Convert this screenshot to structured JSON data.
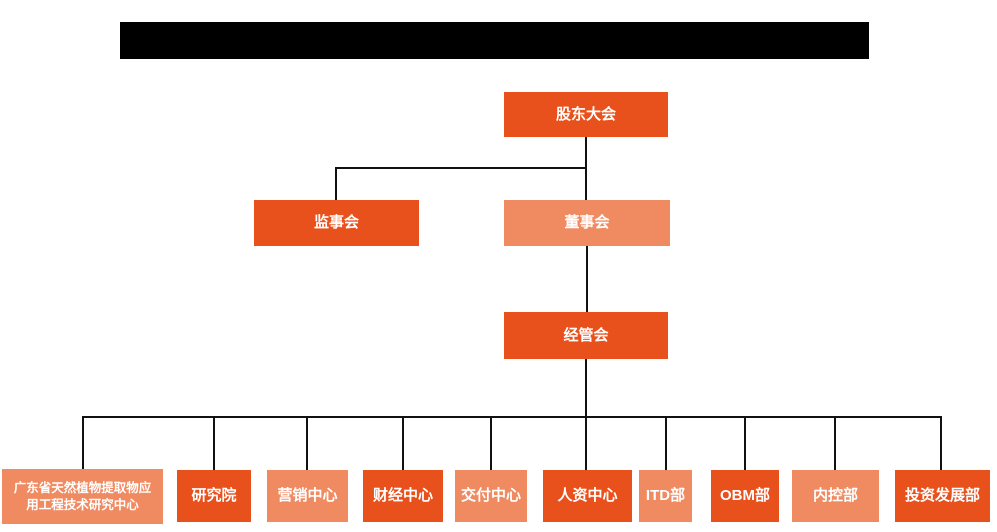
{
  "redacted_bar": {
    "color": "#000000"
  },
  "colors": {
    "primary_orange": "#e8511c",
    "secondary_salmon": "#ef8a61",
    "connector_line": "#111111",
    "node_text": "#ffffff",
    "background": "#ffffff"
  },
  "org_chart": {
    "root": {
      "label": "股东大会",
      "variant": "primary"
    },
    "level2": [
      {
        "label": "监事会",
        "variant": "primary"
      },
      {
        "label": "董事会",
        "variant": "secondary"
      }
    ],
    "level3": {
      "label": "经管会",
      "variant": "primary"
    },
    "departments": [
      {
        "label": "广东省天然植物提取物应用工程技术研究中心",
        "label_line1": "广东省天然植物提取物应",
        "label_line2": "用工程技术研究中心",
        "variant": "secondary"
      },
      {
        "label": "研究院",
        "variant": "primary"
      },
      {
        "label": "营销中心",
        "variant": "secondary"
      },
      {
        "label": "财经中心",
        "variant": "primary"
      },
      {
        "label": "交付中心",
        "variant": "secondary"
      },
      {
        "label": "人资中心",
        "variant": "primary"
      },
      {
        "label": "ITD部",
        "variant": "secondary"
      },
      {
        "label": "OBM部",
        "variant": "primary"
      },
      {
        "label": "内控部",
        "variant": "secondary"
      },
      {
        "label": "投资发展部",
        "variant": "primary"
      }
    ]
  }
}
